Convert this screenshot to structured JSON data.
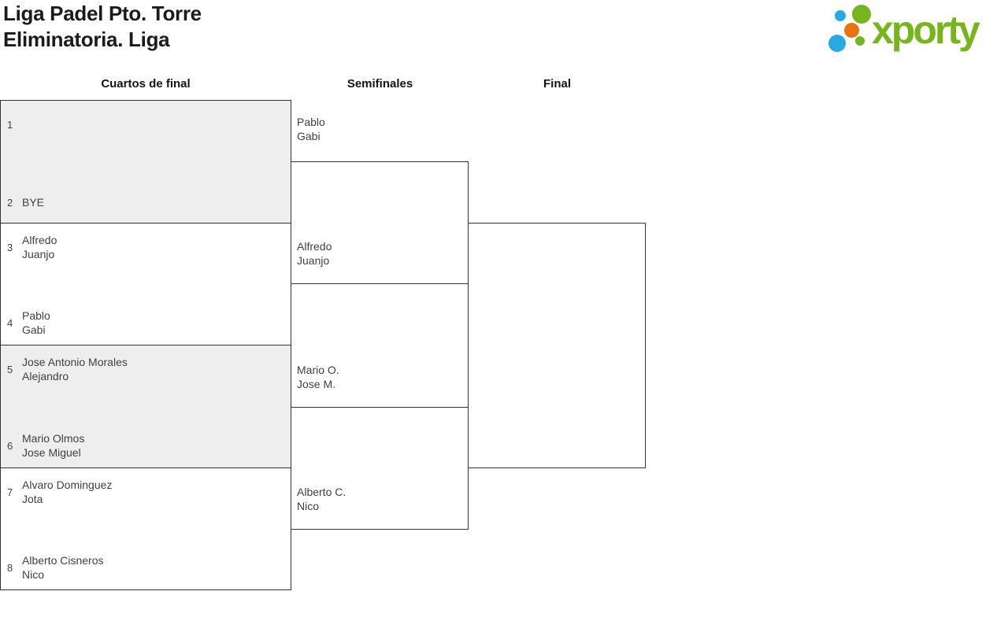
{
  "header": {
    "title_line1": "Liga Padel Pto. Torre",
    "title_line2": "Eliminatoria. Liga"
  },
  "logo": {
    "text": "xporty",
    "dots": [
      "blue-small-dot",
      "green-big-dot",
      "orange-dot",
      "blue-big-dot",
      "green-small-dot"
    ]
  },
  "bracket": {
    "rounds": [
      {
        "label": "Cuartos de final"
      },
      {
        "label": "Semifinales"
      },
      {
        "label": "Final"
      }
    ],
    "quarterfinals": [
      {
        "top": {
          "seed": "1",
          "lines": []
        },
        "bottom": {
          "seed": "2",
          "lines": [
            "BYE"
          ]
        }
      },
      {
        "top": {
          "seed": "3",
          "lines": [
            "Alfredo",
            "Juanjo"
          ]
        },
        "bottom": {
          "seed": "4",
          "lines": [
            "Pablo",
            "Gabi"
          ]
        }
      },
      {
        "top": {
          "seed": "5",
          "lines": [
            "Jose Antonio Morales",
            "Alejandro"
          ]
        },
        "bottom": {
          "seed": "6",
          "lines": [
            "Mario Olmos",
            "Jose Miguel"
          ]
        }
      },
      {
        "top": {
          "seed": "7",
          "lines": [
            "Alvaro Dominguez",
            "Jota"
          ]
        },
        "bottom": {
          "seed": "8",
          "lines": [
            "Alberto Cisneros",
            "Nico"
          ]
        }
      }
    ],
    "advancers": [
      {
        "lines": [
          "Pablo",
          "Gabi"
        ]
      },
      {
        "lines": [
          "Alfredo",
          "Juanjo"
        ]
      },
      {
        "lines": [
          "Mario O.",
          "Jose M."
        ]
      },
      {
        "lines": [
          "Alberto C.",
          "Nico"
        ]
      }
    ]
  },
  "colors": {
    "logo_green": "#77b51f",
    "logo_blue": "#29a9e1",
    "logo_orange": "#e8740f",
    "box_shaded": "#eeeeee",
    "line": "#333333",
    "text_title": "#1b1b1b",
    "text_names": "#404040"
  }
}
